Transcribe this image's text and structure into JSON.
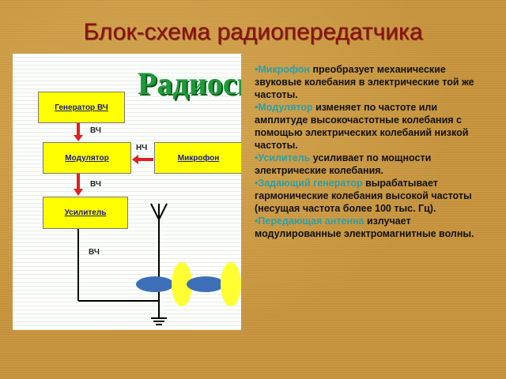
{
  "title": "Блок-схема радиопередатчика",
  "diagram": {
    "heading_fragment": "Радиоси",
    "boxes": {
      "generator": "Генератор ВЧ",
      "modulator": "Модулятор",
      "microphone": "Микрофон",
      "amplifier": "Усилитель"
    },
    "labels": {
      "hf_1": "ВЧ",
      "lf": "НЧ",
      "hf_2": "ВЧ",
      "hf_3": "ВЧ"
    }
  },
  "bullets": [
    {
      "term": "•Микрофон",
      "text": " преобразует механические звуковые колебания в электрические той же частоты."
    },
    {
      "term": "•Модулятор",
      "text": " изменяет по частоте или амплитуде высокочастотные колебания с помощью электрических колебаний низкой частоты."
    },
    {
      "term": "•Усилитель",
      "text": " усиливает по мощности электрические колебания."
    },
    {
      "term": "•Задающий генератор",
      "text": " вырабатывает гармонические колебания высокой частоты (несущая частота более 100 тыс. Гц)."
    },
    {
      "term": "•Передающая антенна",
      "text": " излучает модулированные электромагнитные волны."
    }
  ],
  "colors": {
    "background": "#c8953d",
    "title": "#8b1010",
    "box_fill": "#ffff00",
    "arrow": "#e02020",
    "term": "#2aa0a8",
    "wave_blue": "#3d6fb8",
    "wave_yellow": "#ffff33",
    "heading_green": "#1f9a3a"
  }
}
